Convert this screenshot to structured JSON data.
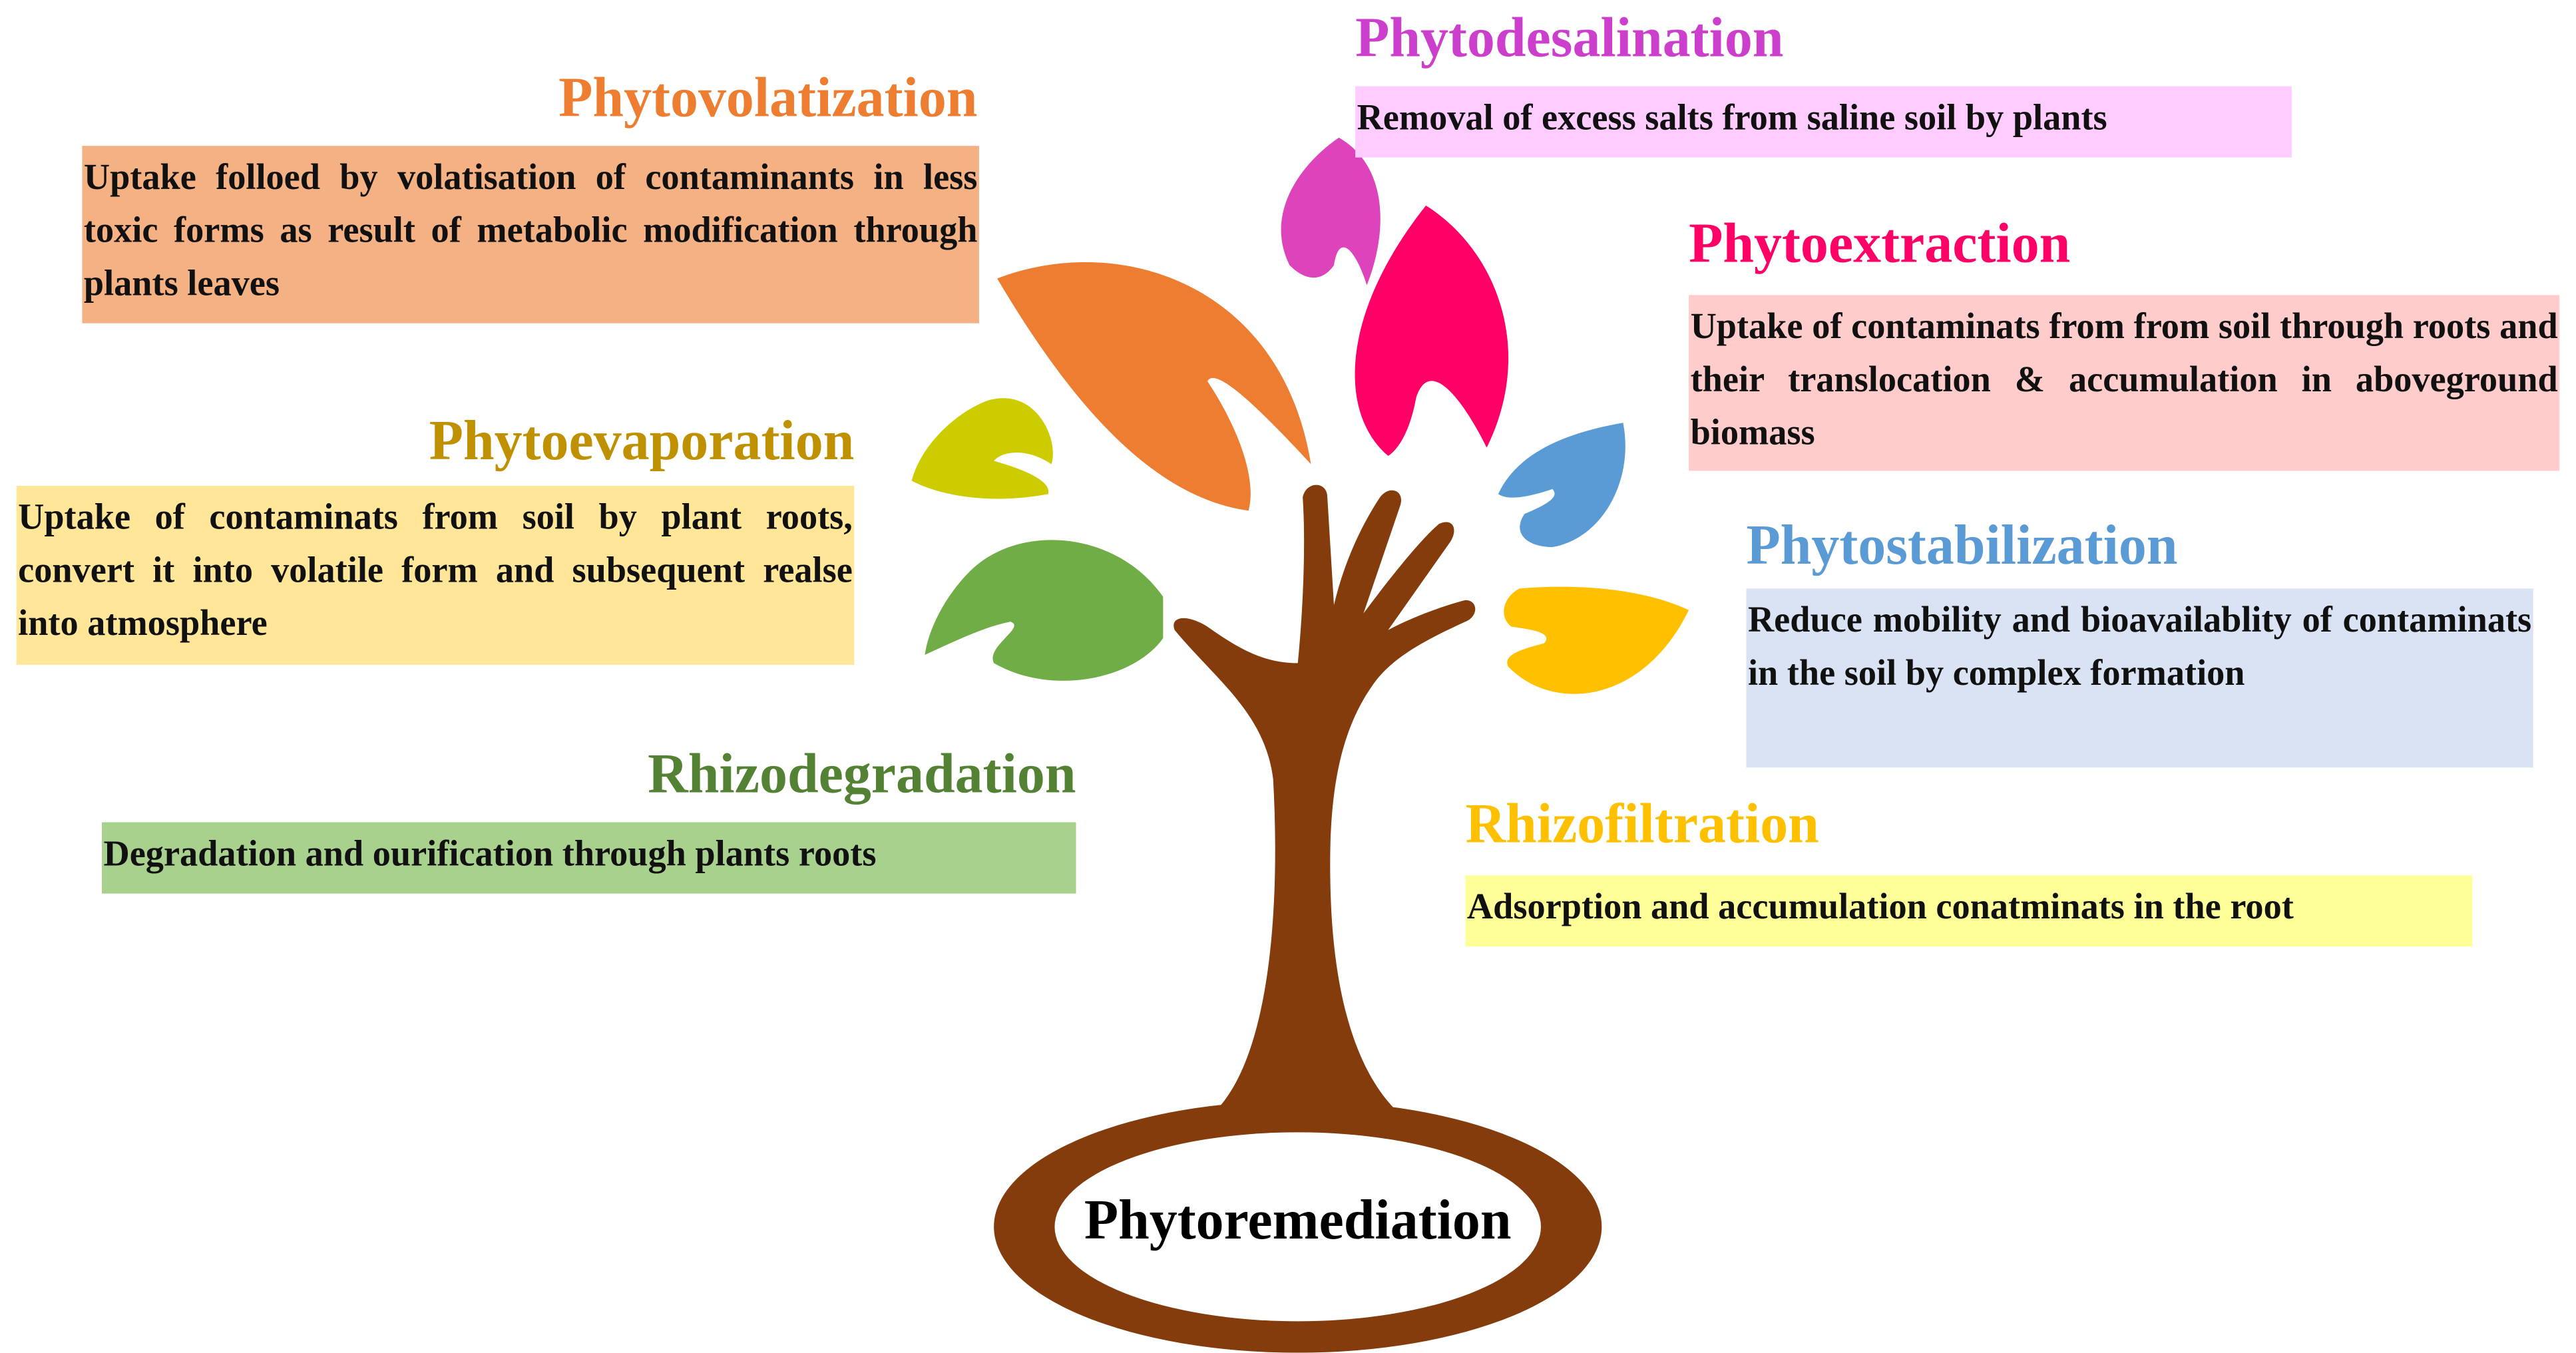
{
  "center_label": "Phytoremediation",
  "colors": {
    "tree": "#843C0C"
  },
  "processes": [
    {
      "id": "phytovolatization",
      "title": "Phytovolatization",
      "description": "Uptake folloed by volatisation of contaminants in less toxic forms as result of metabolic modification through plants leaves",
      "title_color": "#ED7D31",
      "box_color": "#F4B183"
    },
    {
      "id": "phytoevaporation",
      "title": "Phytoevaporation",
      "description": "Uptake of contaminats from soil by plant roots, convert it into volatile form and subsequent realse into atmosphere",
      "title_color": "#BF9000",
      "box_color": "#FFE699"
    },
    {
      "id": "rhizodegradation",
      "title": "Rhizodegradation",
      "description": "Degradation and ourification through plants roots",
      "title_color": "#548235",
      "box_color": "#A9D18E"
    },
    {
      "id": "phytodesalination",
      "title": "Phytodesalination",
      "description": "Removal of excess salts from saline soil by plants",
      "title_color": "#CC3FCC",
      "box_color": "#FFCCFF"
    },
    {
      "id": "phytoextraction",
      "title": "Phytoextraction",
      "description": "Uptake of contaminats from from soil through roots and their translocation & accumulation in aboveground biomass",
      "title_color": "#FF0066",
      "box_color": "#FFCCCC"
    },
    {
      "id": "phytostabilization",
      "title": "Phytostabilization",
      "description": "Reduce mobility and bioavailablity of contaminats in the soil by complex formation",
      "title_color": "#5B9BD5",
      "box_color": "#DAE3F3"
    },
    {
      "id": "rhizofiltration",
      "title": "Rhizofiltration",
      "description": "Adsorption and accumulation conatminats in the root",
      "title_color": "#FFC000",
      "box_color": "#FFFF99"
    }
  ]
}
